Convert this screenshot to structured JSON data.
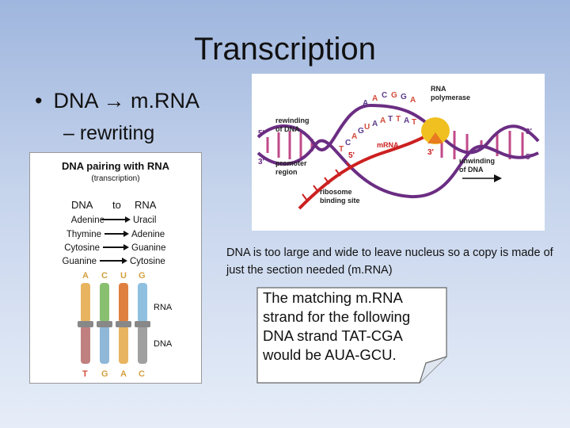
{
  "slide": {
    "title": "Transcription",
    "bullet": {
      "symbol": "•",
      "text_a": "DNA",
      "arrow": "→",
      "text_b": "m.RNA"
    },
    "sub_bullet": "– rewriting",
    "caption": "DNA is too large and wide to leave nucleus so a copy is made of just the section needed (m.RNA)",
    "note": "The matching m.RNA strand for the following DNA strand TAT-CGA would be AUA-GCU."
  },
  "dna_figure": {
    "rna_polymerase": [
      "RNA",
      "polymerase"
    ],
    "rewinding": [
      "rewinding",
      "of DNA"
    ],
    "five_prime": "5'",
    "three_prime": "3'",
    "promoter": [
      "promoter",
      "region"
    ],
    "mrna": "mRNA",
    "unwinding": [
      "unwinding",
      "of DNA"
    ],
    "ribosome": [
      "ribosome",
      "binding site"
    ],
    "bases": [
      "T",
      "C",
      "A",
      "G",
      "U",
      "A",
      "A",
      "T",
      "T",
      "A",
      "T",
      "A",
      "A",
      "C",
      "G",
      "G",
      "A"
    ]
  },
  "pairing_chart": {
    "title": "DNA pairing with RNA",
    "subtitle": "(transcription)",
    "header_dna": "DNA",
    "header_to": "to",
    "header_rna": "RNA",
    "pairs": [
      {
        "dna": "Adenine",
        "rna": "Uracil"
      },
      {
        "dna": "Thymine",
        "rna": "Adenine"
      },
      {
        "dna": "Cytosine",
        "rna": "Guanine"
      },
      {
        "dna": "Guanine",
        "rna": "Cytosine"
      }
    ],
    "top_letters": [
      "A",
      "C",
      "U",
      "G"
    ],
    "bottom_letters": [
      "T",
      "G",
      "A",
      "C"
    ],
    "label_rna": "RNA",
    "label_dna": "DNA"
  },
  "colors": {
    "dna_strand": "#6b2d83",
    "mrna_strand": "#cc2020",
    "polymerase": "#f0c020",
    "base_red": "#d44a3a",
    "base_purple": "#5b3c8c"
  }
}
